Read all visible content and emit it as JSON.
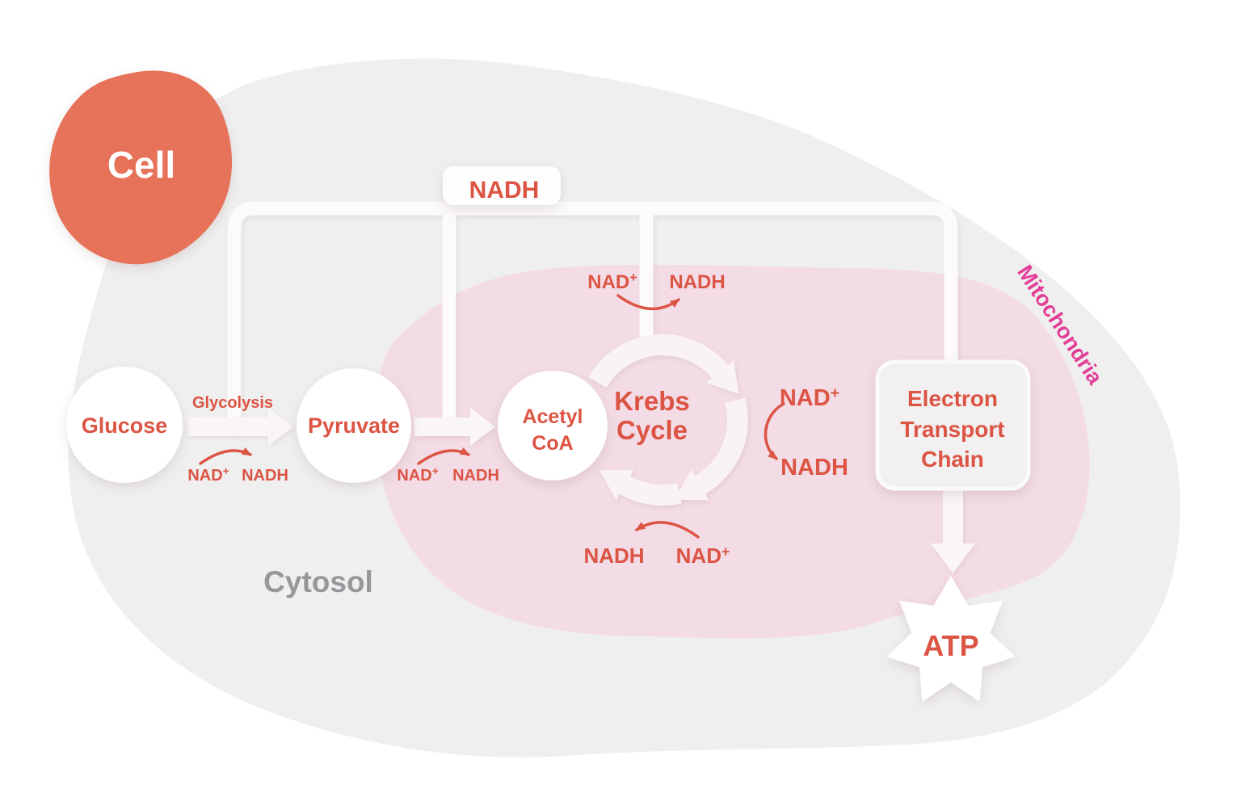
{
  "regions": {
    "cell": {
      "label": "Cell"
    },
    "cytosol": {
      "label": "Cytosol"
    },
    "mitochondria": {
      "label": "Mitochondria"
    }
  },
  "nadh_collector": {
    "label": "NADH"
  },
  "nodes": {
    "glucose": {
      "label": "Glucose"
    },
    "pyruvate": {
      "label": "Pyruvate"
    },
    "acetyl_coa": {
      "label_line1": "Acetyl",
      "label_line2": "CoA"
    },
    "krebs_cycle": {
      "label_line1": "Krebs",
      "label_line2": "Cycle"
    },
    "electron_transport_chain": {
      "label_line1": "Electron",
      "label_line2": "Transport",
      "label_line3": "Chain"
    },
    "atp": {
      "label": "ATP"
    }
  },
  "processes": {
    "glycolysis": {
      "label": "Glycolysis"
    }
  },
  "nad_conversions": {
    "glycolysis": {
      "from_base": "NAD",
      "from_sup": "+",
      "to": "NADH"
    },
    "pyruvate_oxidation": {
      "from_base": "NAD",
      "from_sup": "+",
      "to": "NADH"
    },
    "krebs_top": {
      "from_base": "NAD",
      "from_sup": "+",
      "to": "NADH"
    },
    "krebs_right": {
      "from_base": "NAD",
      "from_sup": "+",
      "to": "NADH"
    },
    "krebs_bottom": {
      "to": "NADH",
      "from_base": "NAD",
      "from_sup": "+"
    }
  },
  "colors": {
    "accent_red": "#dc5443",
    "cell_blob_orange": "#e7725a",
    "mitochondria_text_pink": "#e23e97",
    "cytosol_text_gray": "#97969a",
    "cell_body_gray": "#f0efef",
    "mitochondria_blob_pink": "#f3dce6",
    "connector_white": "#fcfafa"
  }
}
